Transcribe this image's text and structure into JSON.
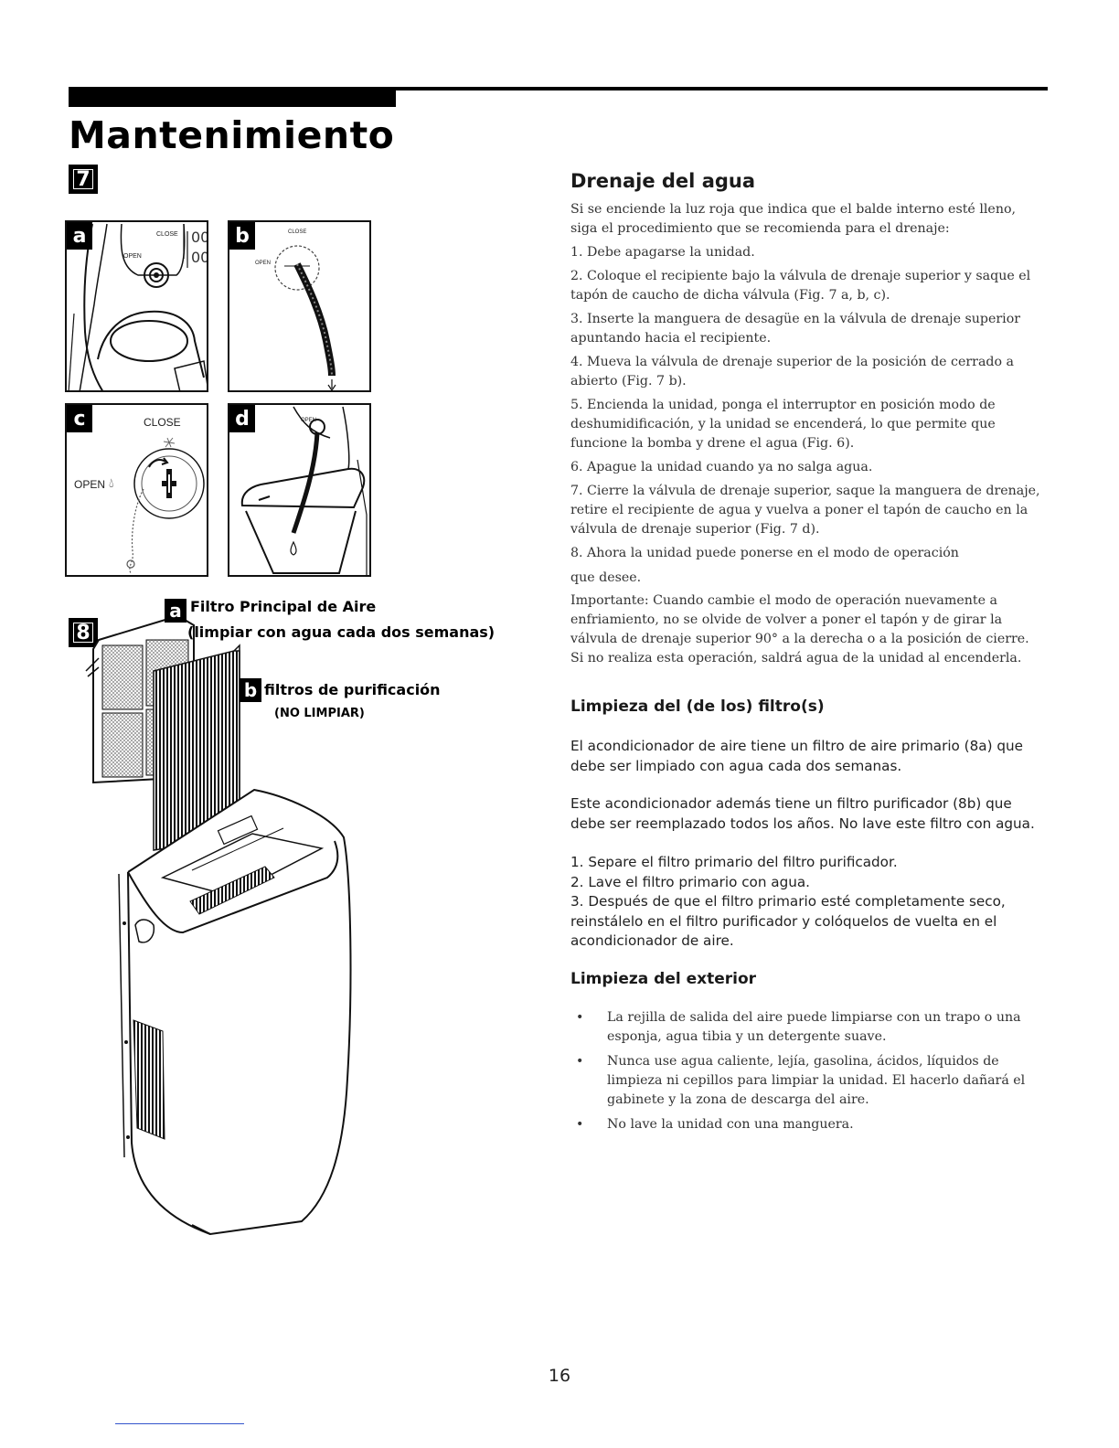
{
  "page": {
    "title": "Mantenimiento",
    "page_number": "16"
  },
  "figure7": {
    "badge": "7",
    "panels": {
      "a": {
        "badge": "a",
        "close": "CLOSE",
        "open": "OPEN"
      },
      "b": {
        "badge": "b",
        "close": "CLOSE",
        "open": "OPEN"
      },
      "c": {
        "badge": "c",
        "close": "CLOSE",
        "open": "OPEN"
      },
      "d": {
        "badge": "d",
        "open": "OPEN"
      }
    }
  },
  "figure8": {
    "badge": "8",
    "a_badge": "a",
    "a_line1": "Filtro Principal de Aire",
    "a_line2": "(limpiar con agua cada dos semanas)",
    "b_badge": "b",
    "b_line1": "filtros de purificación",
    "b_line2": "(NO LIMPIAR)"
  },
  "drenaje": {
    "heading": "Drenaje del agua",
    "intro": "Si se enciende la luz roja que indica que el balde interno esté lleno, siga el procedimiento que se recomienda para el drenaje:",
    "steps": [
      "1. Debe apagarse la unidad.",
      "2. Coloque el recipiente bajo la válvula de drenaje superior y saque el tapón de caucho de dicha válvula (Fig. 7 a, b, c).",
      "3. Inserte la manguera de desagüe en la válvula de drenaje superior apuntando hacia el recipiente.",
      "4. Mueva la válvula de drenaje superior de la posición de cerrado a abierto (Fig. 7 b).",
      "5. Encienda la unidad, ponga el interruptor en posición modo de deshumidificación, y la unidad se encenderá, lo que permite que funcione la bomba y drene el agua (Fig. 6).",
      "6. Apague la unidad cuando ya no salga agua.",
      "7. Cierre la válvula de drenaje superior, saque la manguera de drenaje, retire el recipiente de agua y vuelva a poner el tapón de caucho en la válvula de drenaje superior (Fig. 7 d).",
      "8. Ahora la unidad puede ponerse en el modo de operación",
      "que desee."
    ],
    "important": "Importante: Cuando cambie el modo de operación nuevamente a enfriamiento, no se olvide de volver a poner el tapón y de girar la válvula de drenaje superior 90° a la derecha o a la posición de cierre. Si no realiza esta operación, saldrá agua de la unidad al encenderla."
  },
  "filtros": {
    "heading": "Limpieza del (de los) filtro(s)",
    "para1": "El acondicionador de aire tiene un filtro de aire primario (8a) que debe ser limpiado con agua cada dos semanas.",
    "para2": "Este acondicionador además tiene un filtro purificador (8b) que debe ser reemplazado todos los años. No lave este filtro con agua.",
    "steps": [
      "1. Separe el filtro primario del filtro purificador.",
      "2. Lave el filtro primario con agua.",
      "3. Después de que el filtro primario esté completamente seco, reinstálelo en el filtro purificador y colóquelos de vuelta en el acondicionador de aire."
    ]
  },
  "exterior": {
    "heading": "Limpieza del exterior",
    "bullets": [
      "La rejilla de salida del aire puede limpiarse con un trapo o una esponja, agua tibia y un detergente suave.",
      "Nunca use agua caliente, lejía, gasolina, ácidos, líquidos de limpieza ni cepillos para limpiar la unidad. El hacerlo dañará el gabinete y la zona de descarga del aire.",
      "No lave la unidad con una manguera."
    ]
  }
}
